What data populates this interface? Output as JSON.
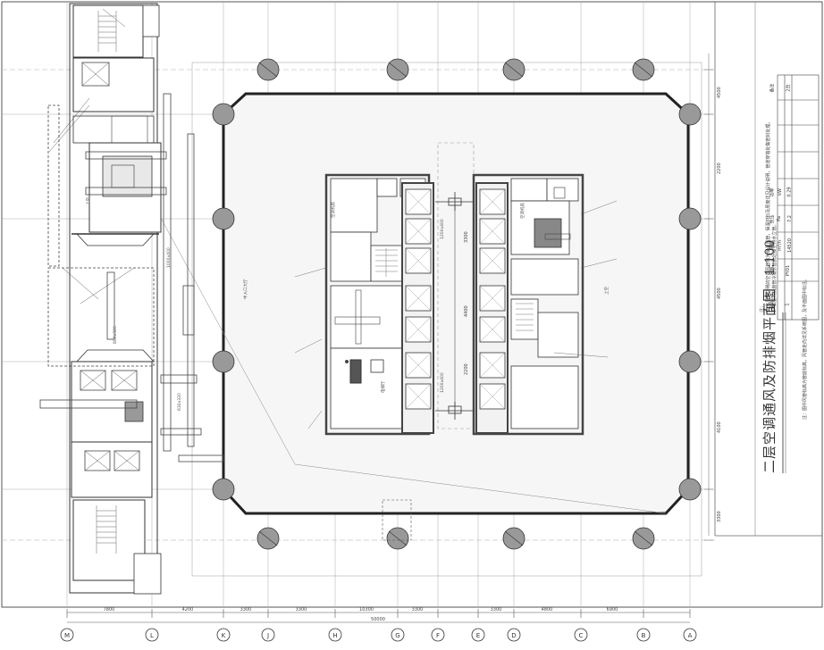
{
  "drawing": {
    "title": "二层空调通风及防排烟平面图",
    "scale": "1:100",
    "notes_heading": "注：",
    "notes": [
      "1. 本层未注明的空调风管均为保温风管，保温材料及厚度详见设计说明，管道穿墙处做密封处理。",
      "2. 本层风机盘管冷凝水管就近接至排水立管。"
    ],
    "note_bottom": "注：图中风管标高为管底标高，风管走向详见系统图，及平面图中标注。"
  },
  "equipment_table": {
    "headers": [
      "编号",
      "名称",
      "风量",
      "余压",
      "功率",
      "备注"
    ],
    "units": [
      "",
      "",
      "m³/h",
      "Pa",
      "kW",
      ""
    ],
    "rows": [
      [
        "1",
        "PY01",
        "14520",
        "7.2",
        "0.29",
        "2台"
      ]
    ]
  },
  "axes": {
    "bottom": [
      "M",
      "L",
      "K",
      "J",
      "H",
      "G",
      "F",
      "E",
      "D",
      "C",
      "B",
      "A"
    ],
    "bottom_dims": [
      "7800",
      "4200",
      "3300",
      "3300",
      "10300",
      "3300",
      "3300",
      "4800",
      "6900"
    ],
    "overall": "50000",
    "right_dims": [
      "4500",
      "2200",
      "4500",
      "4100",
      "3300"
    ]
  },
  "labels": {
    "room_left": "空调机房",
    "room_center": "电梯厅",
    "room_right": "空调机房",
    "zone": "中入口大厅",
    "upper_space": "上空",
    "pipe_size_a": "1200x400",
    "pipe_size_b": "630x320",
    "pipe_size_c": "1000x400",
    "pipe_size_d": "800x320",
    "elev_a": "3300",
    "elev_b": "2200",
    "elev_c": "4400"
  }
}
